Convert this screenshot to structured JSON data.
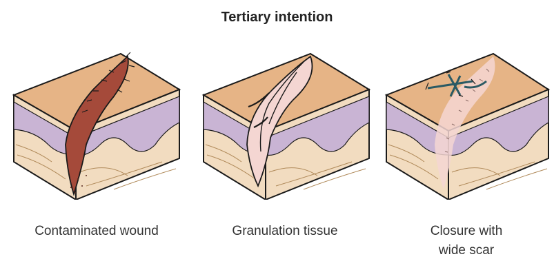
{
  "title": "Tertiary intention",
  "panels": [
    {
      "caption": "Contaminated wound"
    },
    {
      "caption": "Granulation tissue"
    },
    {
      "caption_line1": "Closure with",
      "caption_line2": "wide scar"
    }
  ],
  "colors": {
    "skin_top": "#e6b486",
    "dermis_side": "#f2dcc0",
    "purple_layer": "#c9b4d4",
    "wound_red": "#a54a3a",
    "granulation_pink": "#f4d6d2",
    "suture_teal": "#2a5a64",
    "outline": "#1a1a1a"
  }
}
